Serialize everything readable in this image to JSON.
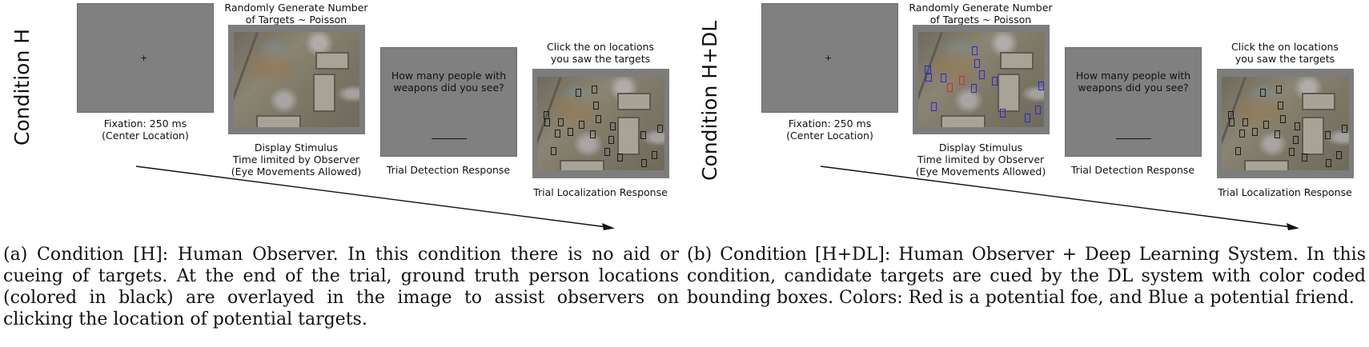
{
  "panels": [
    {
      "id": "H",
      "condition_label": "Condition H",
      "steps": {
        "fixation": {
          "caption_line1": "Fixation: 250 ms",
          "caption_line2": "(Center Location)",
          "marker": "+"
        },
        "stimulus": {
          "title_line1": "Randomly Generate Number",
          "title_line2": "of Targets ~ Poisson",
          "caption_line1": "Display Stimulus",
          "caption_line2": "Time limited by Observer",
          "caption_line3": "(Eye Movements Allowed)",
          "cue_boxes": "none"
        },
        "detection": {
          "question_line1": "How many people with",
          "question_line2": "weapons did you see?",
          "caption": "Trial Detection Response"
        },
        "localization": {
          "title_line1": "Click the on locations",
          "title_line2": "you saw the targets",
          "caption": "Trial Localization Response",
          "ground_truth_box_color": "#000000"
        }
      },
      "caption": "(a) Condition [H]: Human Observer. In this condition there is no aid or cueing of targets. At the end of the trial, ground truth person locations (colored in black) are overlayed in the image to assist observers on clicking the location of potential targets."
    },
    {
      "id": "H+DL",
      "condition_label": "Condition H+DL",
      "steps": {
        "fixation": {
          "caption_line1": "Fixation: 250 ms",
          "caption_line2": "(Center Location)",
          "marker": "+"
        },
        "stimulus": {
          "title_line1": "Randomly Generate Number",
          "title_line2": "of Targets ~ Poisson",
          "caption_line1": "Display Stimulus",
          "caption_line2": "Time limited by Observer",
          "caption_line3": "(Eye Movements Allowed)",
          "cue_boxes": "red = potential foe, blue = potential friend",
          "foe_color": "#d02a2a",
          "friend_color": "#2a2ad0"
        },
        "detection": {
          "question_line1": "How many people with",
          "question_line2": "weapons did you see?",
          "caption": "Trial Detection Response"
        },
        "localization": {
          "title_line1": "Click the on locations",
          "title_line2": "you saw the targets",
          "caption": "Trial Localization Response",
          "ground_truth_box_color": "#000000"
        }
      },
      "caption": "(b) Condition [H+DL]: Human Observer + Deep Learning System. In this condition, candidate targets are cued by the DL system with color coded bounding boxes. Colors: Red is a potential foe, and Blue a potential friend."
    }
  ]
}
